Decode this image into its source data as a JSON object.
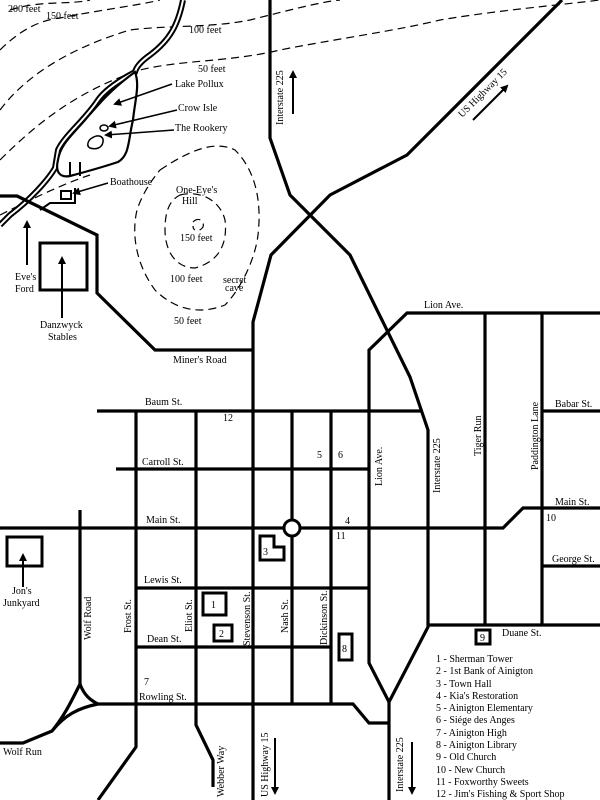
{
  "contours": {
    "c200": "200 feet",
    "c150a": "150 feet",
    "c100a": "100 feet",
    "c50a": "50 feet",
    "c150b": "150 feet",
    "c100b": "100 feet",
    "c50b": "50 feet"
  },
  "features": {
    "lake": "Lake Pollux",
    "isle": "Crow Isle",
    "rookery": "The Rookery",
    "boathouse": "Boathouse",
    "hill_1": "One-Eye's",
    "hill_2": "Hill",
    "cave_1": "secret",
    "cave_2": "cave",
    "ford_1": "Eve's",
    "ford_2": "Ford",
    "stables_1": "Danzwyck",
    "stables_2": "Stables",
    "junk_1": "Jon's",
    "junk_2": "Junkyard"
  },
  "streets": {
    "miners": "Miner's Road",
    "baum": "Baum St.",
    "carroll": "Carroll St.",
    "main_w": "Main St.",
    "main_e": "Main St.",
    "lewis": "Lewis St.",
    "dean": "Dean St.",
    "rowling": "Rowling St.",
    "lion_h": "Lion Ave.",
    "lion_v": "Lion Ave.",
    "babar": "Babar St.",
    "george": "George St.",
    "duane": "Duane St.",
    "wolf_road": "Wolf Road",
    "wolf_run": "Wolf Run",
    "frost": "Frost St.",
    "eliot": "Eliot St.",
    "stevenson": "Stevenson St.",
    "nash": "Nash St.",
    "dickinson": "Dickinson St.",
    "tiger": "Tiger Run",
    "paddington": "Paddington Lane",
    "webber": "Webber Way"
  },
  "highways": {
    "i225_n": "Interstate 225",
    "i225_mid": "Interstate 225",
    "i225_s": "Interstate 225",
    "us15_ne": "US Highway 15",
    "us15_s": "US Highway 15"
  },
  "markers": {
    "m1": "1",
    "m2": "2",
    "m3": "3",
    "m4": "4",
    "m5": "5",
    "m6": "6",
    "m7": "7",
    "m8": "8",
    "m9": "9",
    "m10": "10",
    "m11": "11",
    "m12": "12"
  },
  "legend": [
    "1 - Sherman Tower",
    "2 - 1st Bank of Ainigton",
    "3 - Town Hall",
    "4 - Kia's Restoration",
    "5 - Ainigton Elementary",
    "6 - Siége des Anges",
    "7 - Ainigton High",
    "8 - Ainigton Library",
    "9 - Old Church",
    "10 - New Church",
    "11 - Foxworthy Sweets",
    "12 - Jim's Fishing & Sport Shop"
  ]
}
